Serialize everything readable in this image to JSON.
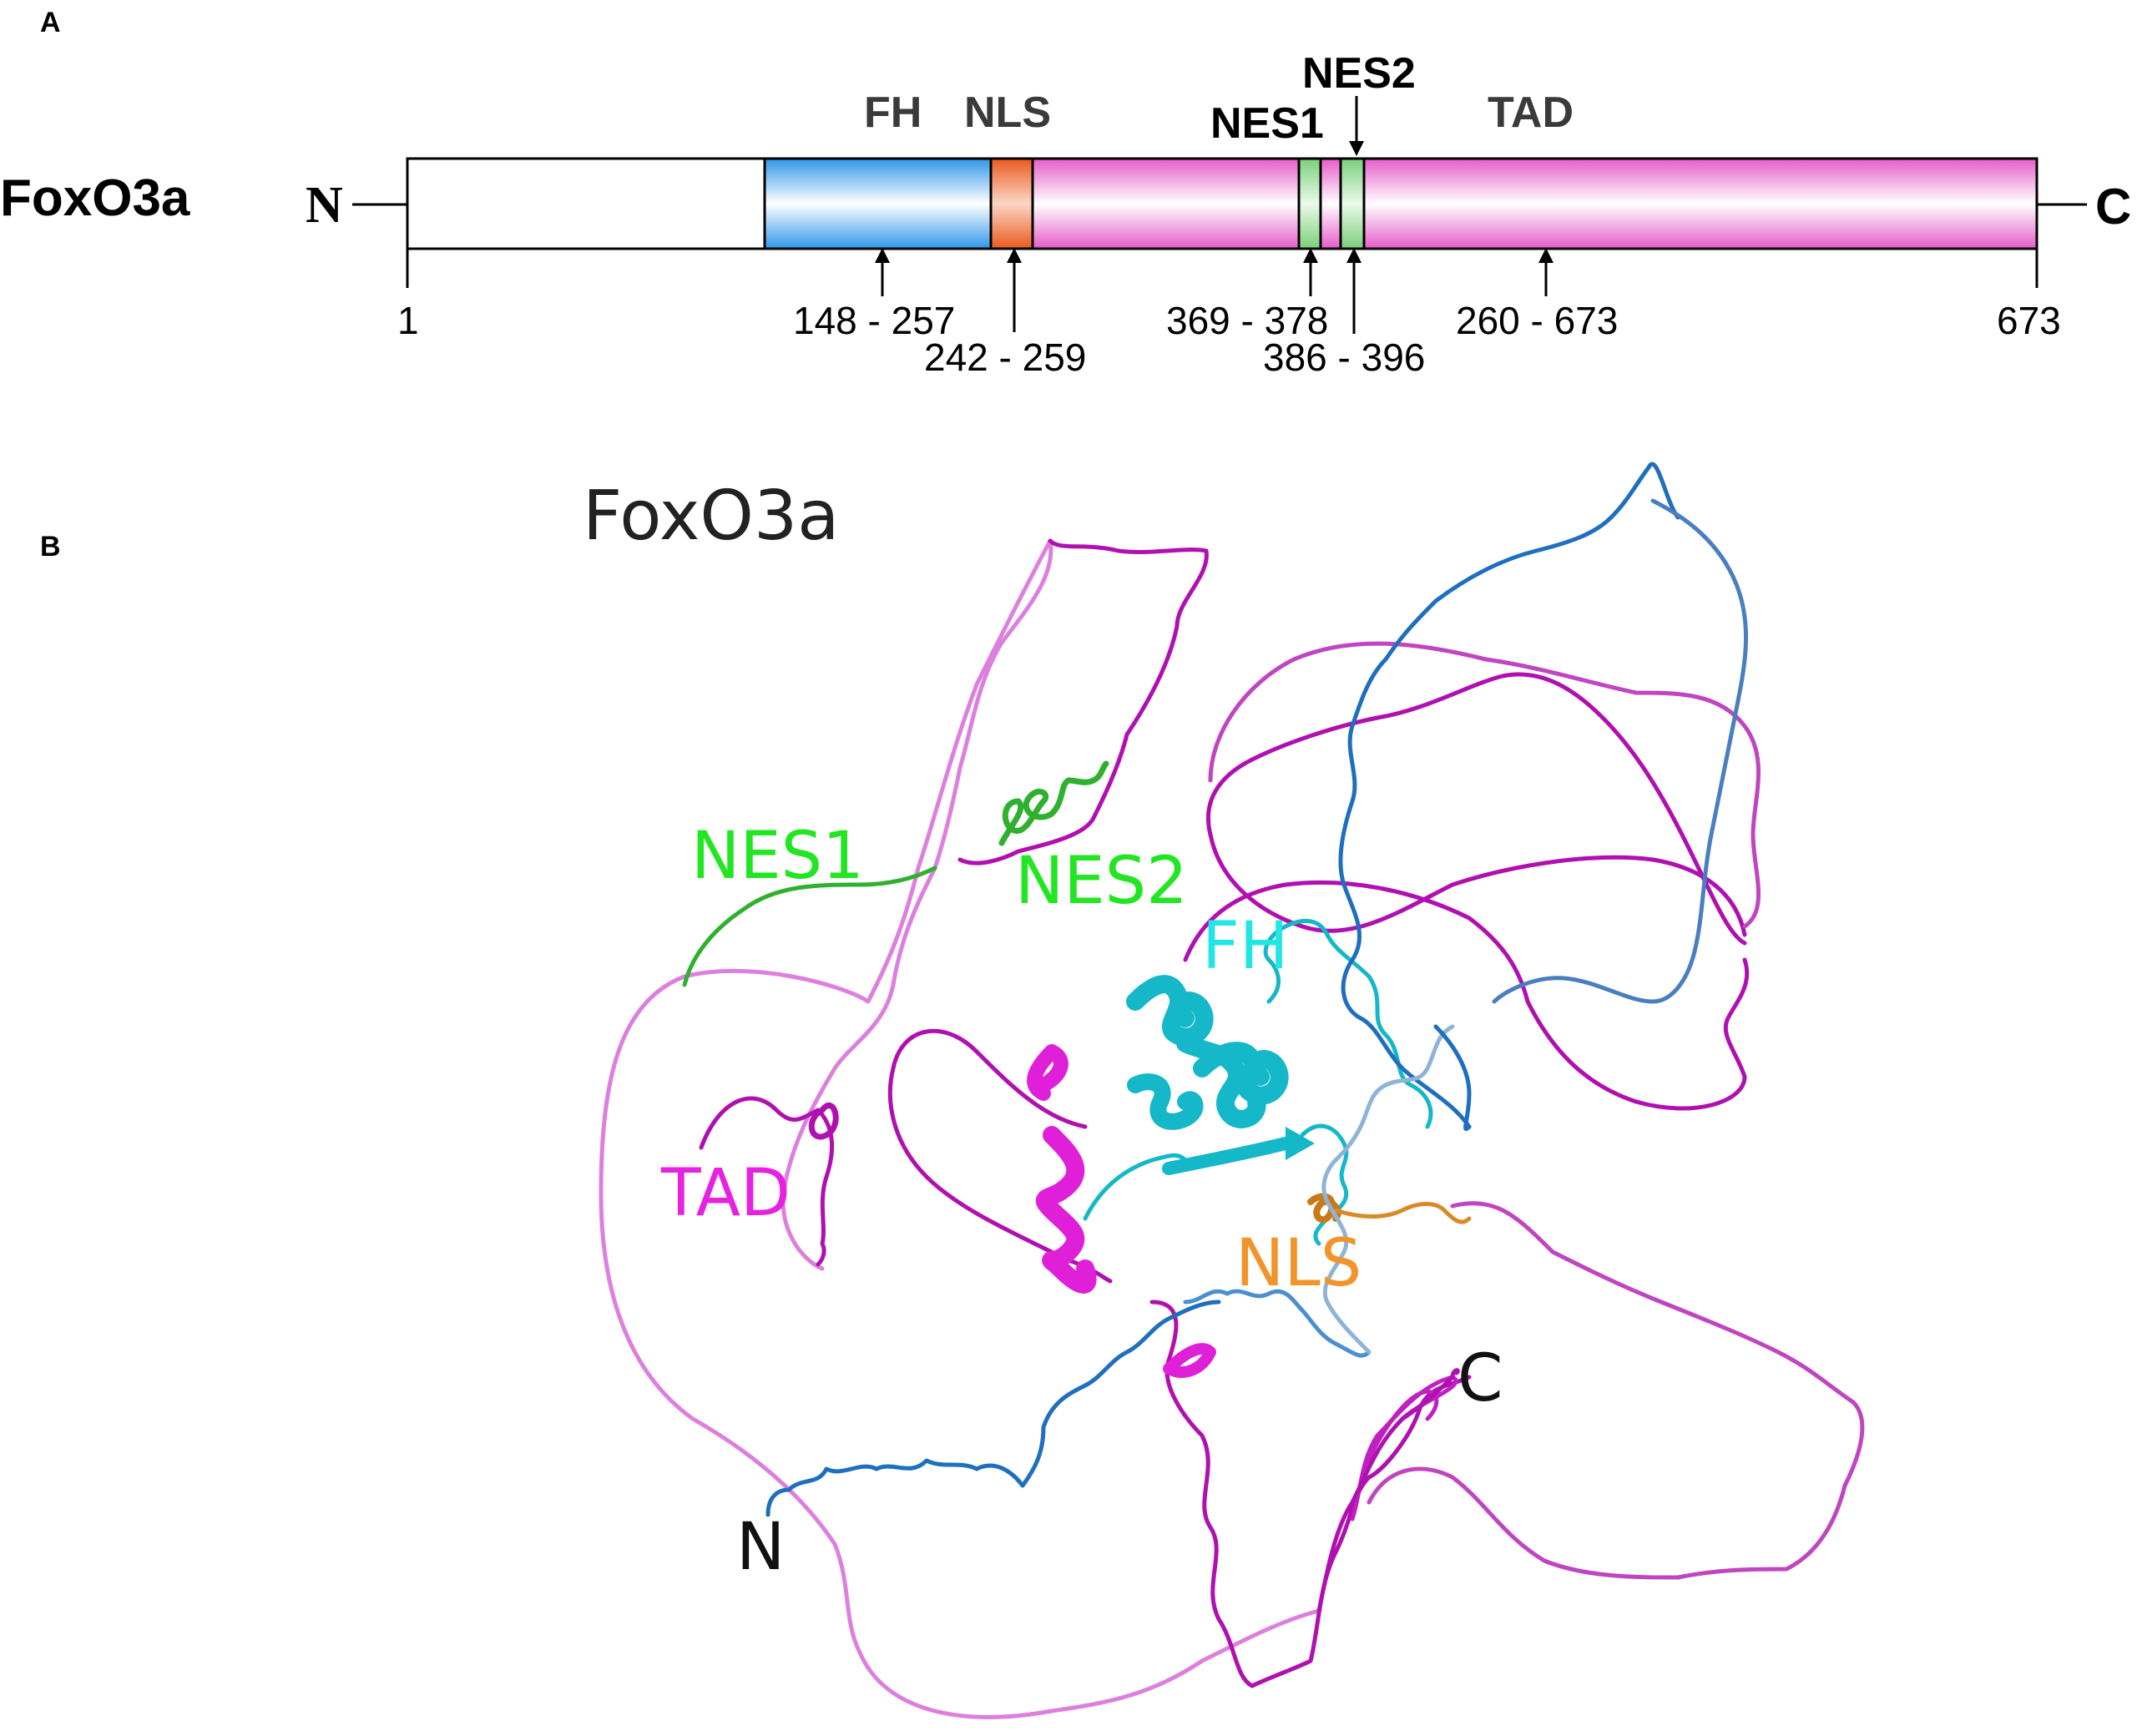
{
  "panel_a": {
    "letter": "A",
    "protein_name": "FoxO3a",
    "n_terminus": "N",
    "c_terminus": "C",
    "length_start": "1",
    "length_end": "673",
    "domains": [
      {
        "label": "FH",
        "range": "148 - 257",
        "color": "#2f97e8"
      },
      {
        "label": "NLS",
        "range": "242 - 259",
        "color": "#ea5a1e"
      },
      {
        "label": "NES1",
        "range": "369 - 378",
        "color": "#8fd68f"
      },
      {
        "label": "NES2",
        "range": "386 - 396",
        "color": "#8fd68f"
      },
      {
        "label": "TAD",
        "range": "260 - 673",
        "color": "#e65bc8"
      }
    ]
  },
  "panel_b": {
    "letter": "B",
    "title": "FoxO3a",
    "labels": {
      "nes1": {
        "text": "NES1",
        "color": "#22e622"
      },
      "nes2": {
        "text": "NES2",
        "color": "#22e622"
      },
      "fh": {
        "text": "FH",
        "color": "#22e6e6"
      },
      "tad": {
        "text": "TAD",
        "color": "#e622e0"
      },
      "nls": {
        "text": "NLS",
        "color": "#f0952b"
      },
      "n": {
        "text": "N",
        "color": "#111111"
      },
      "c": {
        "text": "C",
        "color": "#111111"
      }
    },
    "chain_colors": {
      "tad": "#b010b0",
      "tad_light": "#dd80dd",
      "fh": "#15b8c8",
      "nls": "#c97a18",
      "nes": "#2fb02f",
      "n_term": "#1f6fbf",
      "n_term_light": "#8fb4d8"
    }
  }
}
